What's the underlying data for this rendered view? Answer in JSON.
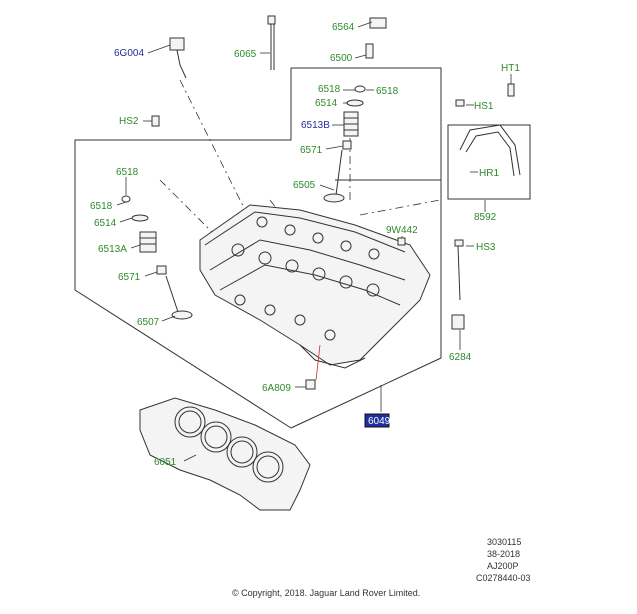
{
  "labels": {
    "p6564": "6564",
    "p6G004": "6G004",
    "p6065": "6065",
    "p6500": "6500",
    "pHT1": "HT1",
    "p6518a": "6518",
    "p6518b": "6518",
    "p6514a": "6514",
    "pHS1": "HS1",
    "pHS2": "HS2",
    "p6513B": "6513B",
    "p6571a": "6571",
    "pHR1": "HR1",
    "p6518c": "6518",
    "p6505": "6505",
    "p6518d": "6518",
    "p6514b": "6514",
    "p8592": "8592",
    "p9W442": "9W442",
    "p6513A": "6513A",
    "pHS3": "HS3",
    "p6571b": "6571",
    "p6507": "6507",
    "p6284": "6284",
    "p6A809": "6A809",
    "p6049": "6049",
    "p6051": "6051"
  },
  "footer": {
    "ref1": "3030115",
    "ref2": "38-2018",
    "ref3": "AJ200P",
    "ref4": "C0278440-03",
    "copyright": "© Copyright, 2018. Jaguar Land Rover Limited."
  },
  "colors": {
    "green_label": "#2d8a2d",
    "blue_label": "#2a2aa0",
    "highlight_box": "#1f2f9e",
    "leader_red": "#d22"
  }
}
